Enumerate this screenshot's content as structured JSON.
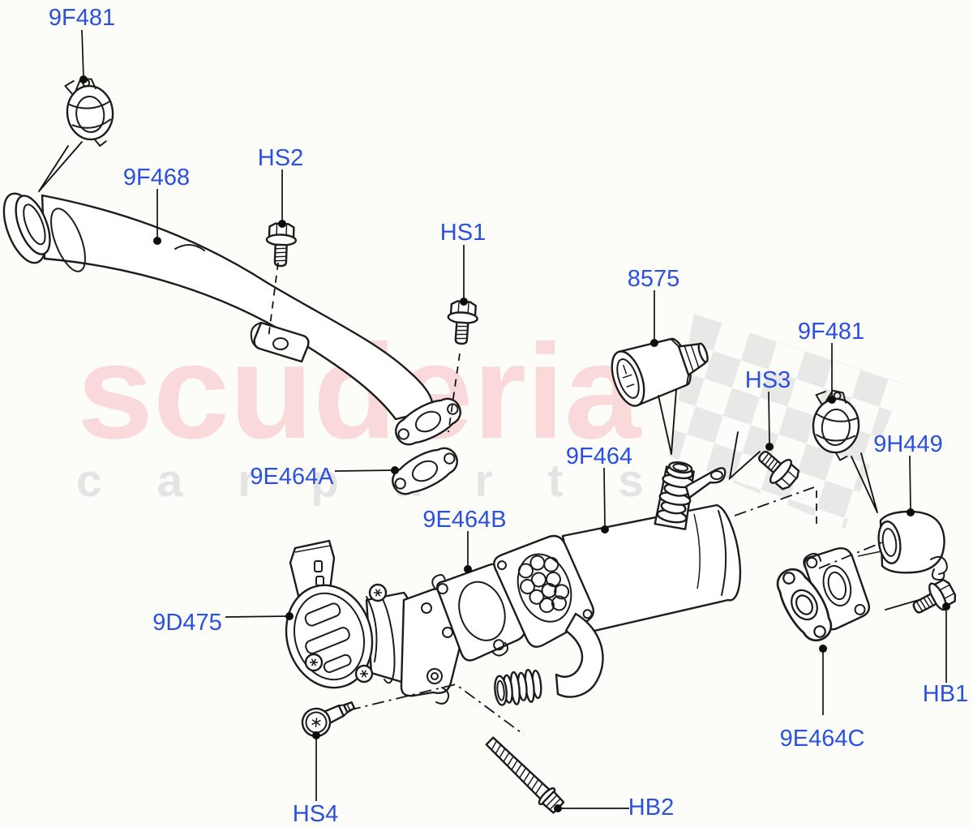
{
  "diagram": {
    "description": "Exploded parts diagram - EGR cooler, EGR valve, water pipes and fixings",
    "background_color": "#fcfdf8",
    "line_color": "#1c1c1c",
    "label_color": "#2b50e0"
  },
  "watermark": {
    "brand_text": "scuderia",
    "subtitle_text": "carparts",
    "brand_color": "#fad9da",
    "subtitle_color": "#e4e4e4",
    "checker_color": "#e4e4e4"
  },
  "part_labels": [
    {
      "id": "9F481-top-left",
      "text": "9F481"
    },
    {
      "id": "9F468",
      "text": "9F468"
    },
    {
      "id": "HS2",
      "text": "HS2"
    },
    {
      "id": "HS1",
      "text": "HS1"
    },
    {
      "id": "8575",
      "text": "8575"
    },
    {
      "id": "9F481-right",
      "text": "9F481"
    },
    {
      "id": "HS3",
      "text": "HS3"
    },
    {
      "id": "9H449",
      "text": "9H449"
    },
    {
      "id": "9E464A",
      "text": "9E464A"
    },
    {
      "id": "9F464",
      "text": "9F464"
    },
    {
      "id": "9E464B",
      "text": "9E464B"
    },
    {
      "id": "9D475",
      "text": "9D475"
    },
    {
      "id": "HB1",
      "text": "HB1"
    },
    {
      "id": "9E464C",
      "text": "9E464C"
    },
    {
      "id": "HS4",
      "text": "HS4"
    },
    {
      "id": "HB2",
      "text": "HB2"
    }
  ]
}
